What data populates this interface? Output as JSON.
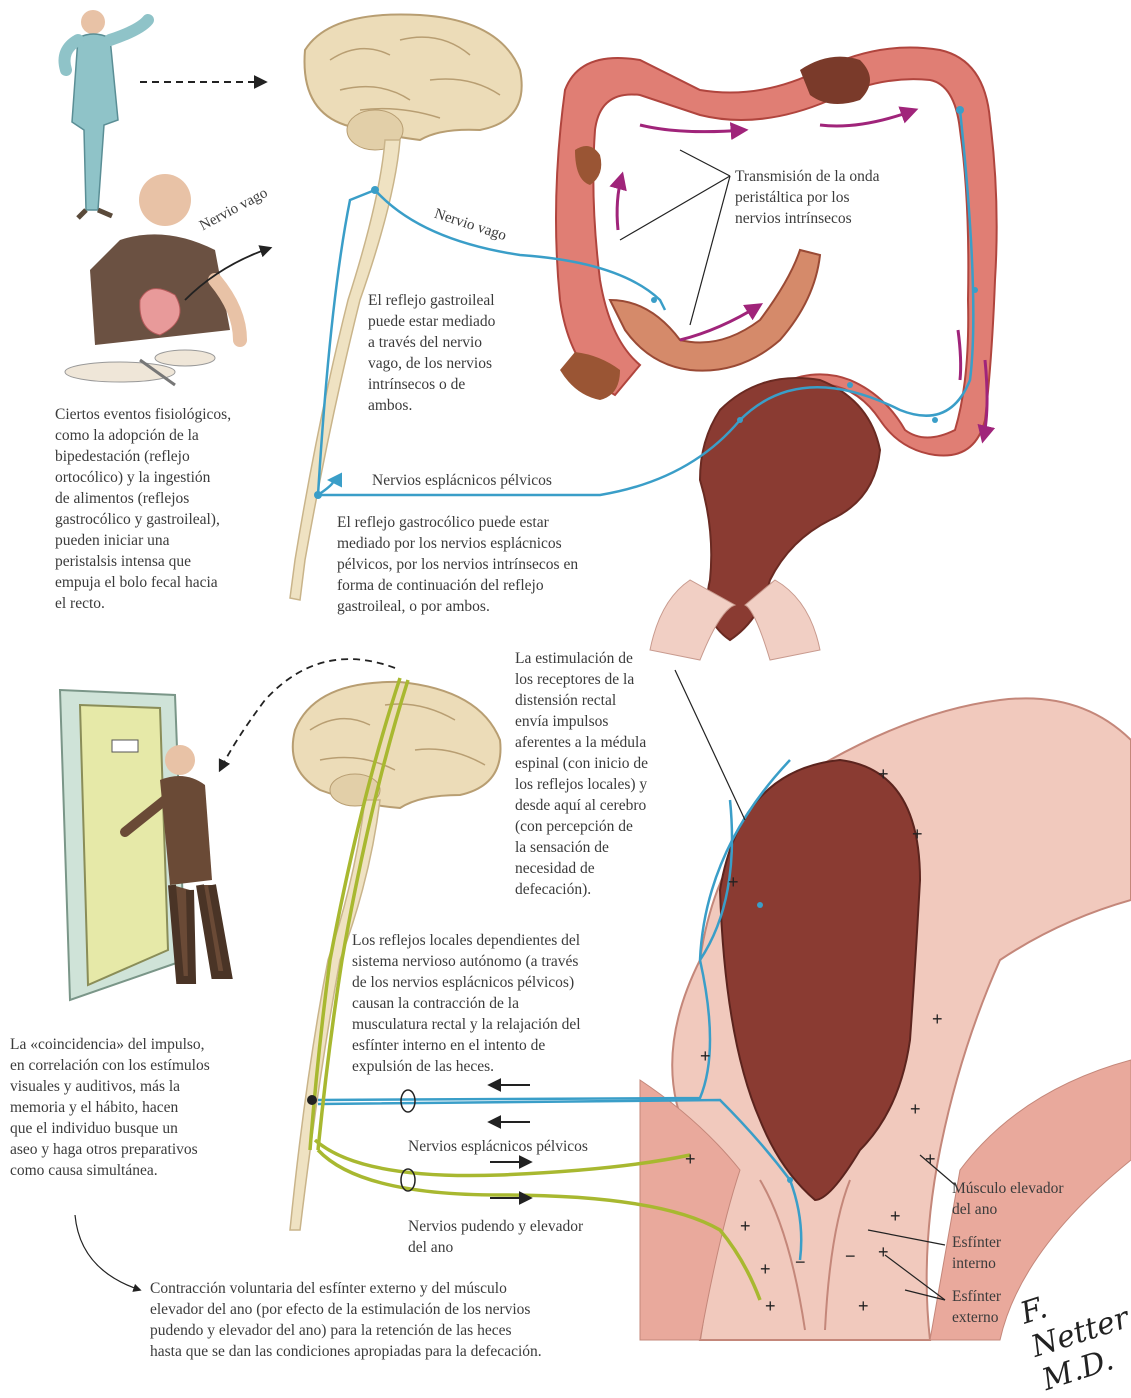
{
  "labels": {
    "nervio_vago_left": "Nervio vago",
    "nervio_vago_right": "Nervio vago",
    "transmision": [
      "Transmisión de la onda",
      "peristáltica por los",
      "nervios intrínsecos"
    ],
    "gastroileal": [
      "El reflejo gastroileal",
      "puede estar mediado",
      "a través del nervio",
      "vago, de los nervios",
      "intrínsecos o de",
      "ambos."
    ],
    "eventos": [
      "Ciertos eventos fisiológicos,",
      "como la adopción de la",
      "bipedestación (reflejo",
      "ortocólico) y la ingestión",
      "de alimentos (reflejos",
      "gastrocólico y gastroileal),",
      "pueden iniciar una",
      "peristalsis intensa que",
      "empuja el bolo fecal hacia",
      "el recto."
    ],
    "esplacnicos_top": "Nervios esplácnicos pélvicos",
    "gastrocolico": [
      "El reflejo gastrocólico puede estar",
      "mediado por los nervios esplácnicos",
      "pélvicos, por los nervios intrínsecos en",
      "forma de continuación del reflejo",
      "gastroileal, o por ambos."
    ],
    "estimulacion": [
      "La estimulación de",
      "los receptores de la",
      "distensión rectal",
      "envía impulsos",
      "aferentes a la médula",
      "espinal (con inicio de",
      "los reflejos locales) y",
      "desde aquí al cerebro",
      "(con percepción de",
      "la sensación de",
      "necesidad de",
      "defecación)."
    ],
    "reflejos_locales": [
      "Los reflejos locales dependientes del",
      "sistema nervioso autónomo (a través",
      "de los nervios esplácnicos pélvicos)",
      "causan la contracción de la",
      "musculatura rectal y la relajación del",
      "esfínter interno en el intento de",
      "expulsión de las heces."
    ],
    "coincidencia": [
      "La «coincidencia» del impulso,",
      "en correlación con los estímulos",
      "visuales y auditivos, más la",
      "memoria y el hábito, hacen",
      "que el individuo busque un",
      "aseo y haga otros preparativos",
      "como causa simultánea."
    ],
    "esplacnicos_bottom": "Nervios esplácnicos pélvicos",
    "pudendo": [
      "Nervios pudendo y elevador",
      "del ano"
    ],
    "musculo_elevador": [
      "Músculo elevador",
      "del ano"
    ],
    "esfinter_interno": [
      "Esfínter",
      "interno"
    ],
    "esfinter_externo": [
      "Esfínter",
      "externo"
    ],
    "contraccion": [
      "Contracción voluntaria del esfínter externo y del músculo",
      "elevador del ano (por efecto de la estimulación de los nervios",
      "pudendo y elevador del ano) para la retención de las heces",
      "hasta que se dan las condiciones apropiadas para la defecación."
    ],
    "signature": "F. Netter M.D."
  },
  "colors": {
    "nerve_blue": "#3a9ec8",
    "nerve_green": "#a8b830",
    "bowel_red": "#d9726a",
    "rectum_dark": "#8a3b32",
    "arrow_magenta": "#a0247a",
    "skin": "#f1cfc4"
  }
}
